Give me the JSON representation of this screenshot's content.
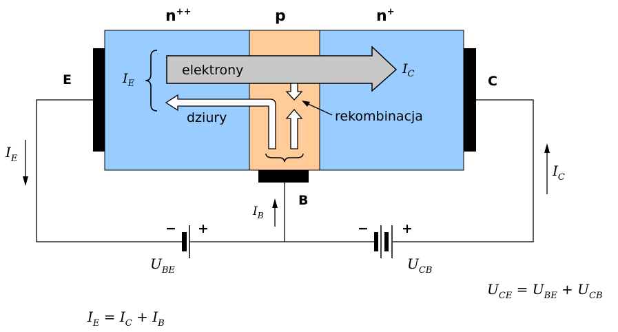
{
  "regions": {
    "emitter_doping": "n",
    "emitter_sup": "++",
    "base_doping": "p",
    "collector_doping": "n",
    "collector_sup": "+"
  },
  "terminals": {
    "emitter": "E",
    "collector": "C",
    "base": "B"
  },
  "labels": {
    "electrons": "elektrony",
    "holes": "dziury",
    "recombination": "rekombinacja"
  },
  "currents": {
    "ie_main": "I",
    "ie_sub": "E",
    "ic_main": "I",
    "ic_sub": "C",
    "ib_main": "I",
    "ib_sub": "B"
  },
  "voltages": {
    "ube_main": "U",
    "ube_sub": "BE",
    "ucb_main": "U",
    "ucb_sub": "CB",
    "minus": "−",
    "plus": "+"
  },
  "equations": {
    "uce": [
      "U",
      "CE",
      " = ",
      "U",
      "BE",
      " + ",
      "U",
      "CB"
    ],
    "ie": [
      "I",
      "E",
      " = ",
      "I",
      "C",
      " + ",
      "I",
      "B"
    ]
  },
  "colors": {
    "n_region": "#99ccff",
    "p_region": "#ffcc99",
    "contact": "#000000",
    "electron_arrow": "#c8c8c8"
  }
}
